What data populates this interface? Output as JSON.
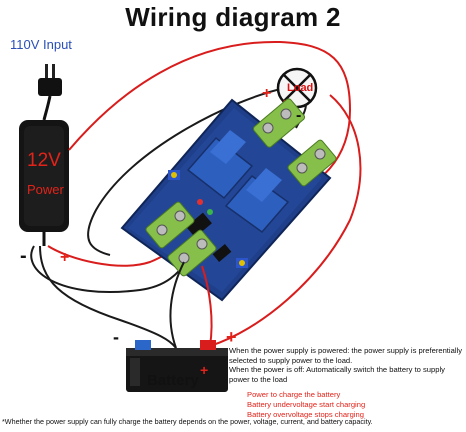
{
  "title": "Wiring diagram 2",
  "adapter": {
    "input_label": "110V Input",
    "voltage_label": "12V",
    "power_label": "Power",
    "minus": "-",
    "plus": "+"
  },
  "load": {
    "label": "Load",
    "plus": "+",
    "minus": "-"
  },
  "battery": {
    "label": "Battery",
    "minus": "-",
    "plus": "+",
    "terminal_plus": "+"
  },
  "description": {
    "powered": "When the power supply is powered: the power supply is preferentially selected to supply power to the load.",
    "off": "When the power is off: Automatically switch the battery to supply power to the load",
    "notes": [
      "Power to charge the battery",
      "Battery undervoltage start charging",
      "Battery overvoltage stops charging"
    ]
  },
  "footnote": "*Whether the power supply can fully charge the battery depends on the power, voltage, current, and battery capacity.",
  "colors": {
    "wire_red": "#d91c1c",
    "wire_black": "#1a1a1a",
    "board": "#1f3f8a",
    "terminal": "#86bf4a",
    "relay": "#2d5fbf"
  }
}
